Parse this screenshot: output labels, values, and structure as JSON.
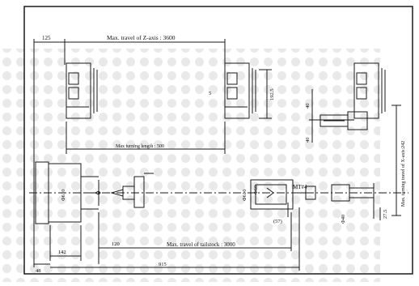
{
  "labels": {
    "dim_125": "125",
    "z_travel": "Max. travel of Z-axis : 3600",
    "dim_5": "5",
    "dim_192_5": "192.5",
    "dim_40a": "40",
    "dim_40b": "40",
    "max_turning_length": "Max turning length : 500",
    "x_travel": "Max. turning travel of X-axis:242",
    "phi_610_left": "Φ610",
    "phi_610_right": "Φ610",
    "phi_60": "Φ60",
    "mt4": "MT#4",
    "dim_57": "(57)",
    "phi_40": "Φ40",
    "dim_27_5": "27.5",
    "dim_142": "142",
    "dim_120": "120",
    "tailstock_travel": "Max. travel of tailstock : 3000",
    "dim_48": "48",
    "dim_915": "915"
  },
  "colors": {
    "line": "#1a1a1a",
    "dots": "#e4e4e4",
    "background": "#ffffff"
  }
}
